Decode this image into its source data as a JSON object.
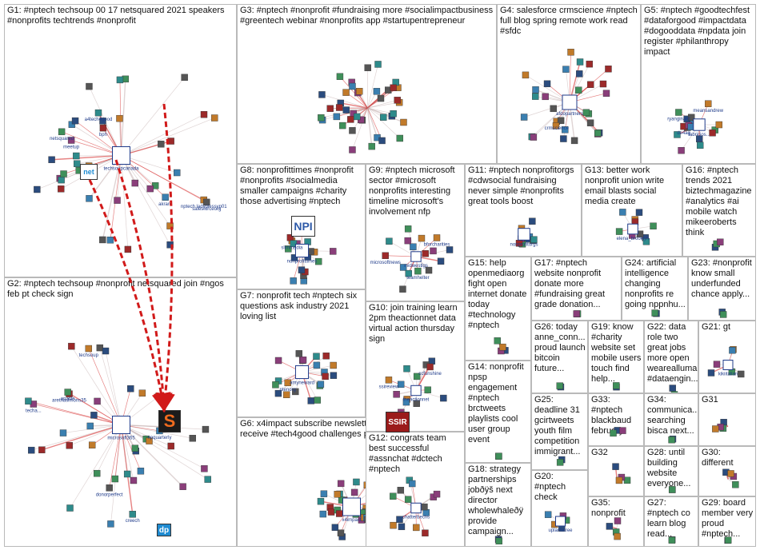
{
  "groups": [
    {
      "id": "G1",
      "label": "G1: #nptech techsoup 00 17 netsquared 2021 speakers #nonprofits techtrends #nonprofit",
      "vertices": [
        "techsoupcanada",
        "nptech ladyplessyp01",
        "bph",
        "netsquared",
        "akrare",
        "a4tech4good",
        "meetup",
        "salesforceorg"
      ]
    },
    {
      "id": "G2",
      "label": "G2: #nptech techsoup #nonprofit netsquared join #ngos feb pt check sign",
      "vertices": [
        "microsoft365",
        "techsoup",
        "arethaslmons35",
        "anatlie",
        "npquarterly",
        "creech",
        "techa...",
        "donorperfect"
      ]
    },
    {
      "id": "G3",
      "label": "G3: #nptech #nonprofit #fundraising more #socialimpactbusiness #greentech webinar #nonprofits app #startupentrepreneur",
      "vertices": []
    },
    {
      "id": "G4",
      "label": "G4: salesforce crmscience #nptech full blog spring remote work read #sfdc",
      "vertices": [
        "afdopartners",
        "crmscience"
      ]
    },
    {
      "id": "G5",
      "label": "G5: #nptech #goodtechfest #dataforgood #impactdata #dogooddata #npdata join register #philanthropy impact",
      "vertices": [
        "fabricios...",
        "meansandrew",
        "de4ag",
        "ryanginard"
      ]
    },
    {
      "id": "G6",
      "label": "G6: x4impact subscribe newsletter making change receive #tech4good challenges plus many",
      "vertices": [
        "x4impact"
      ]
    },
    {
      "id": "G7",
      "label": "G7: nonprofit tech #nptech six questions ask industry 2021 loving list",
      "vertices": [
        "amyneward",
        "ntenorg"
      ]
    },
    {
      "id": "G8",
      "label": "G8: nonprofittimes #nonprofit #nonprofits #socialmedia smaller campaigns #charity those advertising #nptech",
      "vertices": [
        "nonprofittimes",
        "slimmedia"
      ]
    },
    {
      "id": "G9",
      "label": "G9: #nptech microsoft sector #microsoft nonprofits interesting timeline microsoft's involvement nfp",
      "vertices": [
        "midwestlgs",
        "bforcharities",
        "microsoftnews",
        "teamhelter"
      ]
    },
    {
      "id": "G10",
      "label": "G10: join training learn 2pm theactionnet data virtual action thursday sign",
      "vertices": [
        "theactionnet",
        "ssireview",
        "ccfunshine"
      ]
    },
    {
      "id": "G11",
      "label": "G11: #nptech nonprofitorgs #cdwsocial fundraising never simple #nonprofits great tools boost",
      "vertices": [
        "nonprofitorgs"
      ]
    },
    {
      "id": "G12",
      "label": "G12: congrats team best successful #assnchat #dctech #nptech",
      "vertices": [
        "chatterbechs"
      ]
    },
    {
      "id": "G13",
      "label": "G13: better work nonprofit union write email blasts social media create",
      "vertices": [
        "elena_brooklyn"
      ]
    },
    {
      "id": "G14",
      "label": "G14: nonprofit npsp engagement #nptech brctweets playlists cool user group event",
      "vertices": []
    },
    {
      "id": "G15",
      "label": "G15: help openmediaorg fight open internet donate today #technology #nptech",
      "vertices": []
    },
    {
      "id": "G16",
      "label": "G16: #nptech trends 2021 biztechmagazine #analytics #ai mobile watch mikeeroberts think",
      "vertices": []
    },
    {
      "id": "G17",
      "label": "G17: #nptech website nonprofit donate more #fundraising great grade donation...",
      "vertices": []
    },
    {
      "id": "G18",
      "label": "G18: strategy partnerships jobðÿš next director wholewhaleðÿ provide campaign...",
      "vertices": []
    },
    {
      "id": "G19",
      "label": "G19: know #charity website set mobile users touch find help...",
      "vertices": []
    },
    {
      "id": "G20",
      "label": "G20: #nptech check",
      "vertices": [
        "uplantetree"
      ]
    },
    {
      "id": "G21",
      "label": "G21: gt",
      "vertices": [
        "kikiitalian"
      ]
    },
    {
      "id": "G22",
      "label": "G22: data role two great jobs more open wearealluma #dataengin...",
      "vertices": []
    },
    {
      "id": "G23",
      "label": "G23: #nonprofit know small underfunded chance apply...",
      "vertices": []
    },
    {
      "id": "G24",
      "label": "G24: artificial intelligence changing nonprofits re going nppnhu...",
      "vertices": []
    },
    {
      "id": "G25",
      "label": "G25: deadline 31 gcirtweets youth film competition immigrant...",
      "vertices": []
    },
    {
      "id": "G26",
      "label": "G26: today anne_conn... proud launch bitcoin future...",
      "vertices": []
    },
    {
      "id": "G27",
      "label": "G27: #nptech co learn blog read...",
      "vertices": []
    },
    {
      "id": "G28",
      "label": "G28: until building website everyone...",
      "vertices": []
    },
    {
      "id": "G29",
      "label": "G29: board member very proud #nptech...",
      "vertices": []
    },
    {
      "id": "G30",
      "label": "G30: different",
      "vertices": []
    },
    {
      "id": "G31",
      "label": "G31",
      "vertices": []
    },
    {
      "id": "G32",
      "label": "G32",
      "vertices": []
    },
    {
      "id": "G33",
      "label": "G33: #nptech blackbaud february",
      "vertices": []
    },
    {
      "id": "G34",
      "label": "G34: communica... searching bisca next...",
      "vertices": []
    },
    {
      "id": "G35",
      "label": "G35: nonprofit",
      "vertices": []
    }
  ],
  "colors": {
    "edge_main": "#d11a1a",
    "edge_light": "#e39a9a",
    "edge_gray": "#b7a0a0",
    "border": "#b9b9b9",
    "label_text": "#1f3b8a",
    "npi_logo": "#2e5aa8",
    "techsoup_logo": "#ef6b1f",
    "theactionnet_logo": "#1d4a8c",
    "ssir_logo": "#9b1b1b",
    "dp_logo": "#1f8bd1",
    "crmscience_logo": "#2a9d8f"
  },
  "logos": {
    "npi": "NPI",
    "ssir": "SSIR",
    "dp": "dp",
    "techsoup": "S",
    "net": "net"
  }
}
